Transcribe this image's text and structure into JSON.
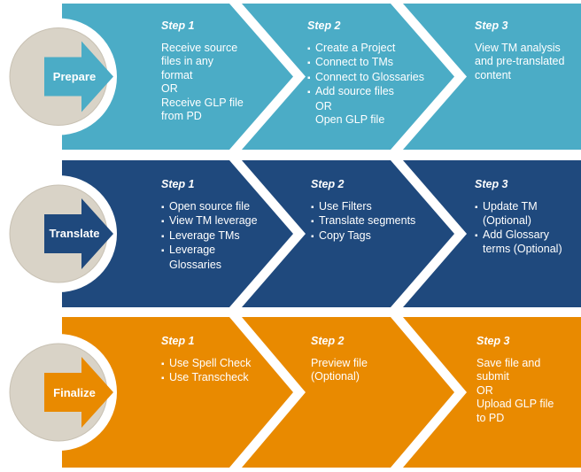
{
  "phases": [
    {
      "label": "Prepare",
      "color": "#4bacc6",
      "steps": [
        {
          "title": "Step 1",
          "lines": [
            {
              "text": "Receive source",
              "bullet": false
            },
            {
              "text": "files in any",
              "bullet": false
            },
            {
              "text": "format",
              "bullet": false
            },
            {
              "text": "OR",
              "bullet": false
            },
            {
              "text": "Receive GLP file",
              "bullet": false
            },
            {
              "text": "from PD",
              "bullet": false
            }
          ]
        },
        {
          "title": "Step 2",
          "lines": [
            {
              "text": "Create a Project",
              "bullet": true
            },
            {
              "text": "Connect to TMs",
              "bullet": true
            },
            {
              "text": "Connect to Glossaries",
              "bullet": true
            },
            {
              "text": "Add source files",
              "bullet": true
            },
            {
              "text": "OR",
              "bullet": false,
              "indent": true
            },
            {
              "text": "Open GLP file",
              "bullet": false,
              "indent": true
            }
          ]
        },
        {
          "title": "Step 3",
          "lines": [
            {
              "text": "View TM analysis",
              "bullet": false
            },
            {
              "text": "and pre-translated",
              "bullet": false
            },
            {
              "text": "content",
              "bullet": false
            }
          ]
        }
      ]
    },
    {
      "label": "Translate",
      "color": "#1f497d",
      "steps": [
        {
          "title": "Step 1",
          "lines": [
            {
              "text": "Open source file",
              "bullet": true
            },
            {
              "text": "View TM leverage",
              "bullet": true
            },
            {
              "text": "Leverage TMs",
              "bullet": true
            },
            {
              "text": "Leverage",
              "bullet": true
            },
            {
              "text": "Glossaries",
              "bullet": false,
              "indent": true
            }
          ]
        },
        {
          "title": "Step 2",
          "lines": [
            {
              "text": "Use Filters",
              "bullet": true
            },
            {
              "text": "Translate segments",
              "bullet": true
            },
            {
              "text": "Copy Tags",
              "bullet": true
            }
          ]
        },
        {
          "title": "Step 3",
          "lines": [
            {
              "text": "Update TM",
              "bullet": true
            },
            {
              "text": "(Optional)",
              "bullet": false,
              "indent": true
            },
            {
              "text": "Add Glossary",
              "bullet": true
            },
            {
              "text": "terms (Optional)",
              "bullet": false,
              "indent": true
            }
          ]
        }
      ]
    },
    {
      "label": "Finalize",
      "color": "#e98a00",
      "steps": [
        {
          "title": "Step 1",
          "lines": [
            {
              "text": "Use Spell Check",
              "bullet": true
            },
            {
              "text": "Use Transcheck",
              "bullet": true
            }
          ]
        },
        {
          "title": "Step 2",
          "lines": [
            {
              "text": "Preview file",
              "bullet": false
            },
            {
              "text": "(Optional)",
              "bullet": false
            }
          ]
        },
        {
          "title": "Step 3",
          "lines": [
            {
              "text": "Save file and",
              "bullet": false
            },
            {
              "text": "submit",
              "bullet": false
            },
            {
              "text": "OR",
              "bullet": false
            },
            {
              "text": "Upload  GLP file",
              "bullet": false
            },
            {
              "text": "to PD",
              "bullet": false
            }
          ]
        }
      ]
    }
  ],
  "circle_fill": "#d9d3c7",
  "circle_ring": "#ffffff"
}
